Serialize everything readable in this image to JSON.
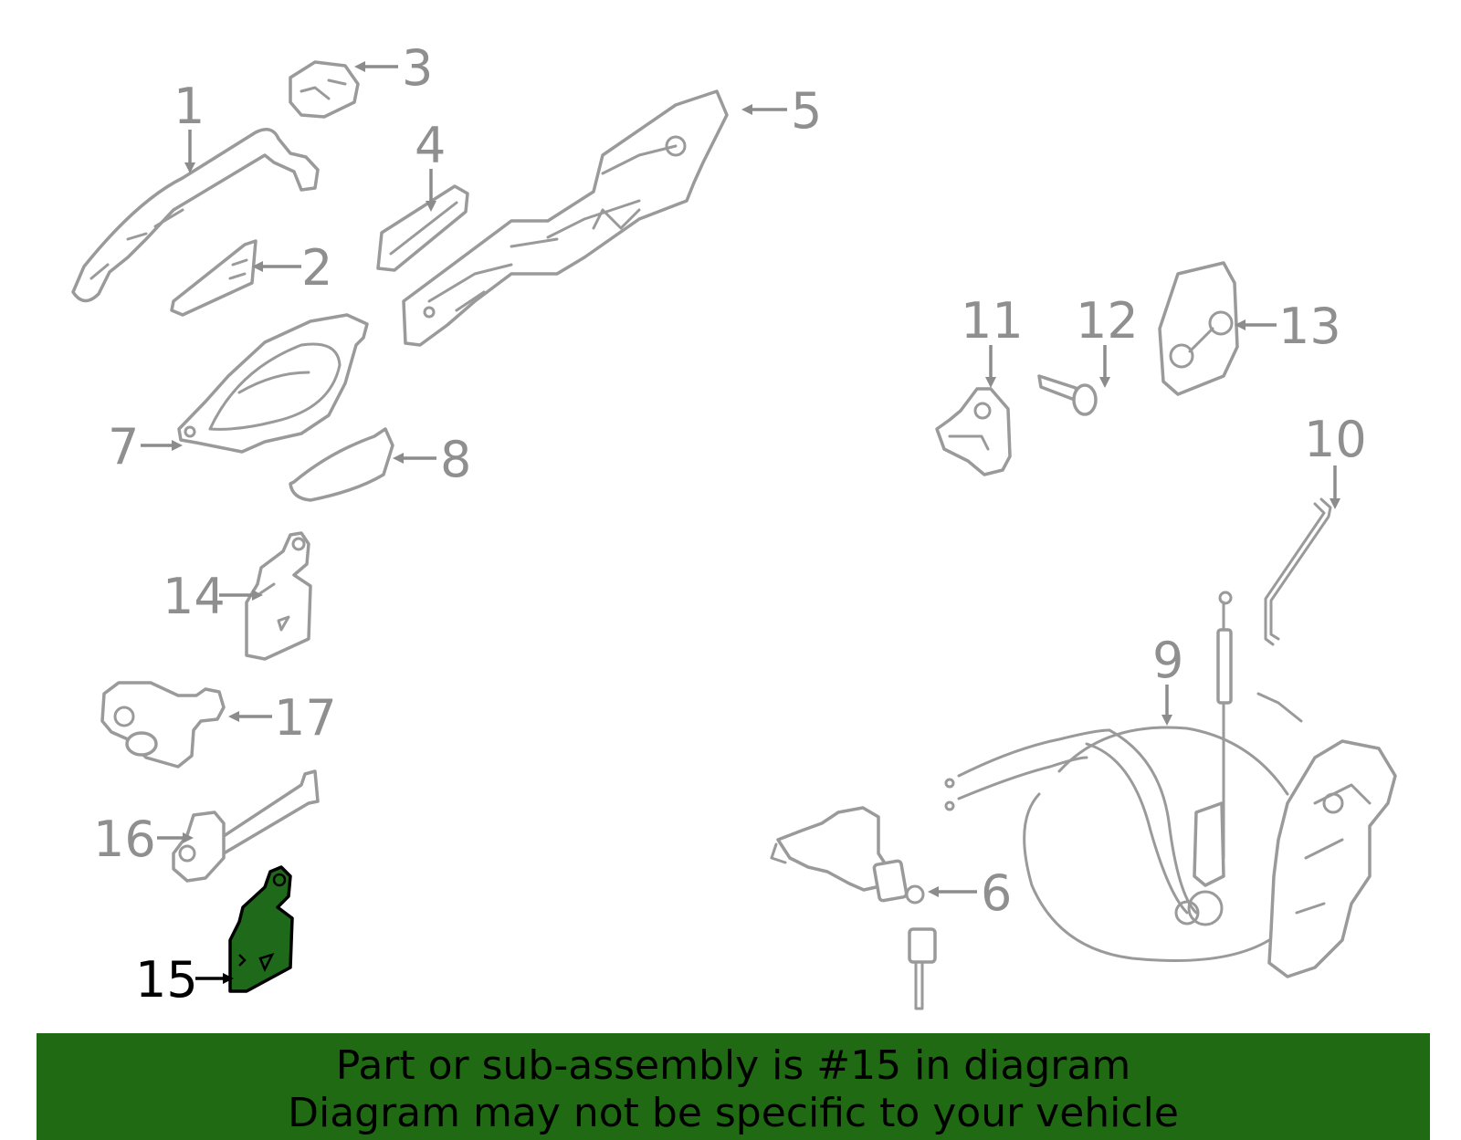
{
  "diagram": {
    "callouts": [
      "1",
      "2",
      "3",
      "4",
      "5",
      "6",
      "7",
      "8",
      "9",
      "10",
      "11",
      "12",
      "13",
      "14",
      "15",
      "16",
      "17"
    ],
    "highlighted_part": "15",
    "colors": {
      "part_stroke": "#9a9a9a",
      "callout_text": "#8f8f8f",
      "highlight_fill": "#1f6a1a",
      "banner_bg": "#1f6a12"
    }
  },
  "banner": {
    "line1": "Part or sub-assembly is #15 in diagram",
    "line2": "Diagram may not be specific to your vehicle"
  }
}
